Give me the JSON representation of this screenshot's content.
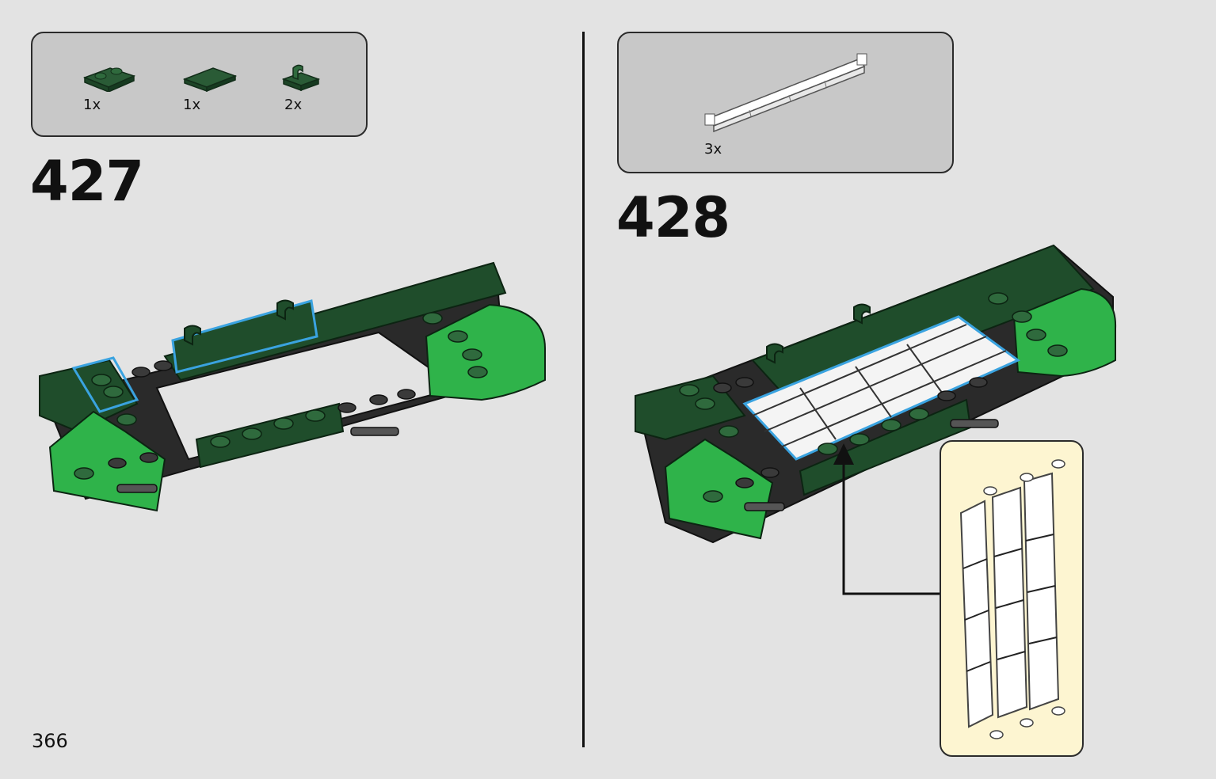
{
  "left_step": {
    "number": "427",
    "parts": [
      {
        "icon": "dark-green-plate-1x2-icon",
        "qty": "1x"
      },
      {
        "icon": "dark-green-tile-1x2-icon",
        "qty": "1x"
      },
      {
        "icon": "dark-green-clip-plate-icon",
        "qty": "2x"
      }
    ]
  },
  "right_step": {
    "number": "428",
    "parts": [
      {
        "icon": "white-window-pane-icon",
        "qty": "3x"
      }
    ]
  },
  "page_number": "366",
  "colors": {
    "dark_green": "#1f4d2b",
    "bright_green": "#2fb34a",
    "black": "#2a2a2a",
    "highlight_blue": "#3aa3e0",
    "callout_bg": "#fdf5d1",
    "parts_box_bg": "#c8c8c8",
    "page_bg": "#e3e3e3"
  }
}
